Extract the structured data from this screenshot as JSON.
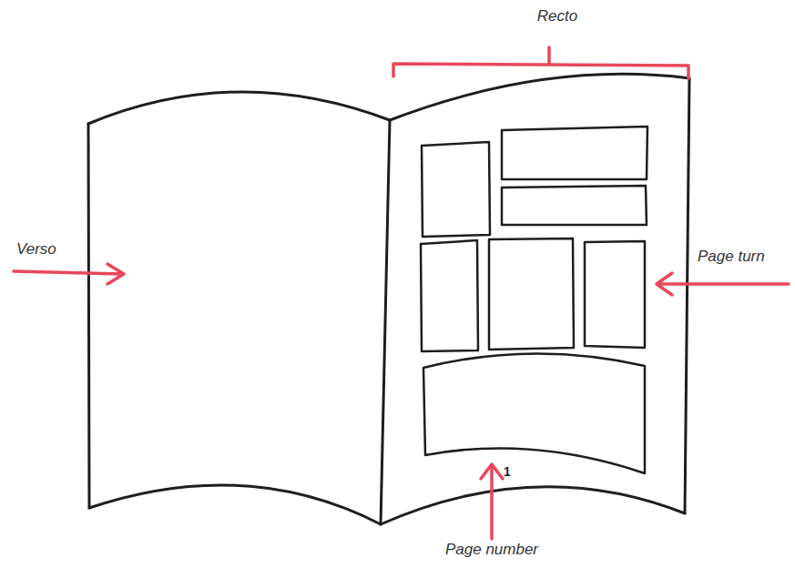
{
  "diagram": {
    "labels": [
      "Recto",
      "Verso",
      "Page turn",
      "1",
      "Page number"
    ]
  }
}
